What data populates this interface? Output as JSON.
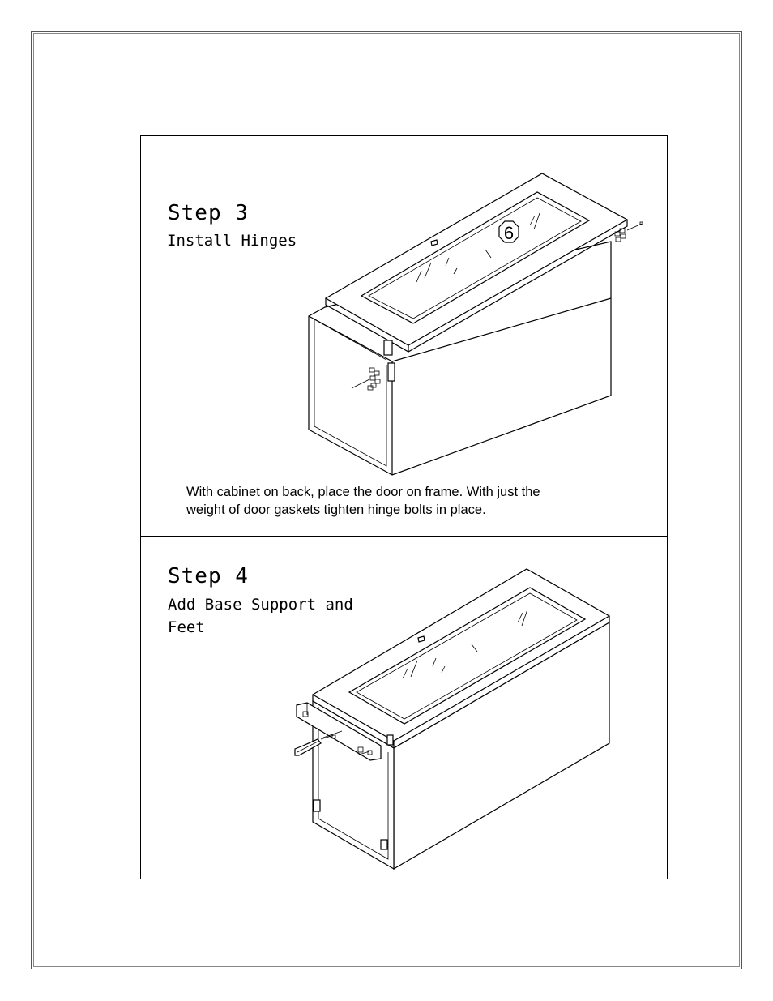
{
  "steps": [
    {
      "title": "Step 3",
      "subtitle": "Install Hinges",
      "callout_number": "6",
      "instruction_line1": "With cabinet on back, place the door on frame. With just the",
      "instruction_line2": "weight of door gaskets tighten hinge bolts in place."
    },
    {
      "title": "Step 4",
      "subtitle_line1": "Add Base Support and",
      "subtitle_line2": "Feet"
    }
  ]
}
